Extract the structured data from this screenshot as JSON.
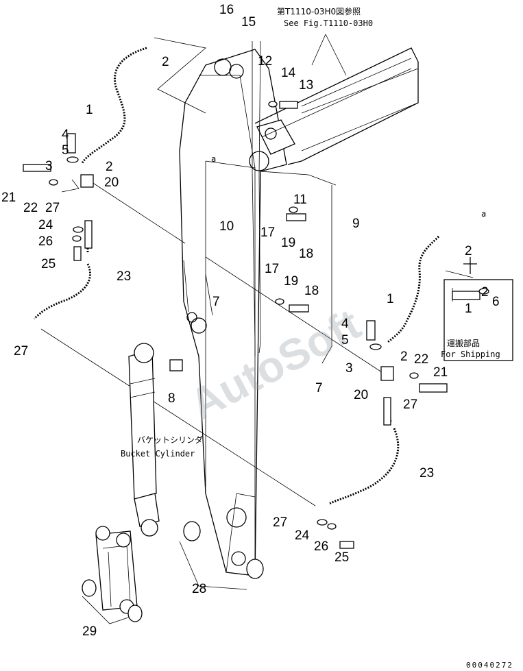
{
  "diagram": {
    "callouts": [
      {
        "id": "c16",
        "text": "16"
      },
      {
        "id": "c15",
        "text": "15"
      },
      {
        "id": "c12",
        "text": "12"
      },
      {
        "id": "c14",
        "text": "14"
      },
      {
        "id": "c13",
        "text": "13"
      },
      {
        "id": "c2a",
        "text": "2"
      },
      {
        "id": "c1a",
        "text": "1"
      },
      {
        "id": "c4a",
        "text": "4"
      },
      {
        "id": "c5a",
        "text": "5"
      },
      {
        "id": "c3a",
        "text": "3"
      },
      {
        "id": "c2b",
        "text": "2"
      },
      {
        "id": "c21a",
        "text": "21"
      },
      {
        "id": "c20a",
        "text": "20"
      },
      {
        "id": "c22a",
        "text": "22"
      },
      {
        "id": "c27a",
        "text": "27"
      },
      {
        "id": "c24a",
        "text": "24"
      },
      {
        "id": "c26a",
        "text": "26"
      },
      {
        "id": "c25a",
        "text": "25"
      },
      {
        "id": "c23a",
        "text": "23"
      },
      {
        "id": "c27b",
        "text": "27"
      },
      {
        "id": "c11",
        "text": "11"
      },
      {
        "id": "c9",
        "text": "9"
      },
      {
        "id": "c10",
        "text": "10"
      },
      {
        "id": "c17a",
        "text": "17"
      },
      {
        "id": "c19a",
        "text": "19"
      },
      {
        "id": "c18a",
        "text": "18"
      },
      {
        "id": "c17b",
        "text": "17"
      },
      {
        "id": "c19b",
        "text": "19"
      },
      {
        "id": "c18b",
        "text": "18"
      },
      {
        "id": "c7a",
        "text": "7"
      },
      {
        "id": "c8",
        "text": "8"
      },
      {
        "id": "c2c",
        "text": "2"
      },
      {
        "id": "c1b",
        "text": "1"
      },
      {
        "id": "c6",
        "text": "6"
      },
      {
        "id": "c2d",
        "text": "2"
      },
      {
        "id": "c1c",
        "text": "1"
      },
      {
        "id": "c4b",
        "text": "4"
      },
      {
        "id": "c5b",
        "text": "5"
      },
      {
        "id": "c2e",
        "text": "2"
      },
      {
        "id": "c3b",
        "text": "3"
      },
      {
        "id": "c22b",
        "text": "22"
      },
      {
        "id": "c21b",
        "text": "21"
      },
      {
        "id": "c7b",
        "text": "7"
      },
      {
        "id": "c20b",
        "text": "20"
      },
      {
        "id": "c27c",
        "text": "27"
      },
      {
        "id": "c23b",
        "text": "23"
      },
      {
        "id": "c27d",
        "text": "27"
      },
      {
        "id": "c24b",
        "text": "24"
      },
      {
        "id": "c26b",
        "text": "26"
      },
      {
        "id": "c25b",
        "text": "25"
      },
      {
        "id": "c28",
        "text": "28"
      },
      {
        "id": "c29",
        "text": "29"
      }
    ],
    "ref_a_top": "a",
    "ref_a_right": "a",
    "see_fig_jp": "第T1110-03H0図参照",
    "see_fig_en": "See Fig.T1110-03H0",
    "bucket_cyl_jp": "バケットシリンダ",
    "bucket_cyl_en": "Bucket Cylinder",
    "shipping_jp": "運搬部品",
    "shipping_en": "For Shipping",
    "watermark": "AutoSoft",
    "drawing_code": "00040272"
  }
}
